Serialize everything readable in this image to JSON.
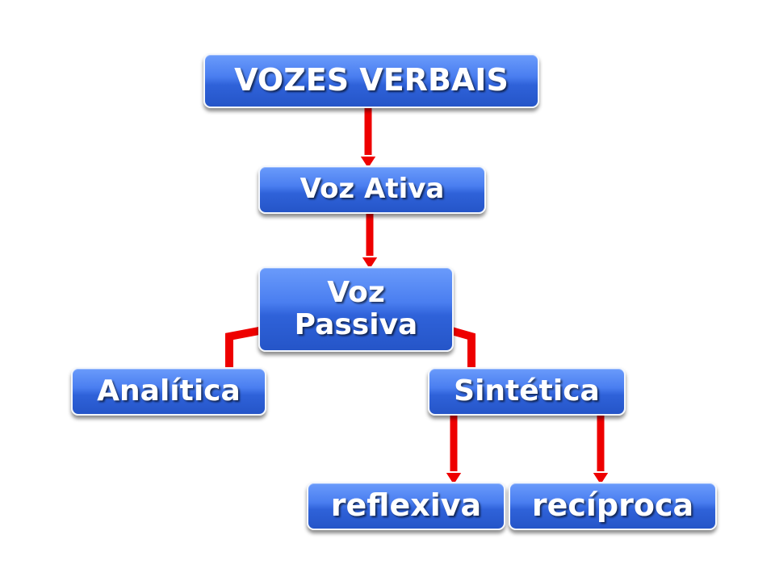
{
  "diagram": {
    "nodes": {
      "root": "VOZES VERBAIS",
      "voz_ativa": "Voz Ativa",
      "voz_passiva_line1": "Voz",
      "voz_passiva_line2": "Passiva",
      "analitica": "Analítica",
      "sintetica": "Sintética",
      "reflexiva": "reflexiva",
      "reciproca": "recíproca"
    },
    "edges": [
      {
        "from": "root",
        "to": "voz_ativa"
      },
      {
        "from": "voz_ativa",
        "to": "voz_passiva"
      },
      {
        "from": "voz_passiva",
        "to": "analitica"
      },
      {
        "from": "voz_passiva",
        "to": "sintetica"
      },
      {
        "from": "sintetica",
        "to": "reflexiva"
      },
      {
        "from": "sintetica",
        "to": "reciproca"
      }
    ],
    "colors": {
      "node_fill": "#3a6fe6",
      "node_border": "#f4f7fc",
      "connector": "#ee0000",
      "connector_outline": "#ffffff"
    }
  }
}
